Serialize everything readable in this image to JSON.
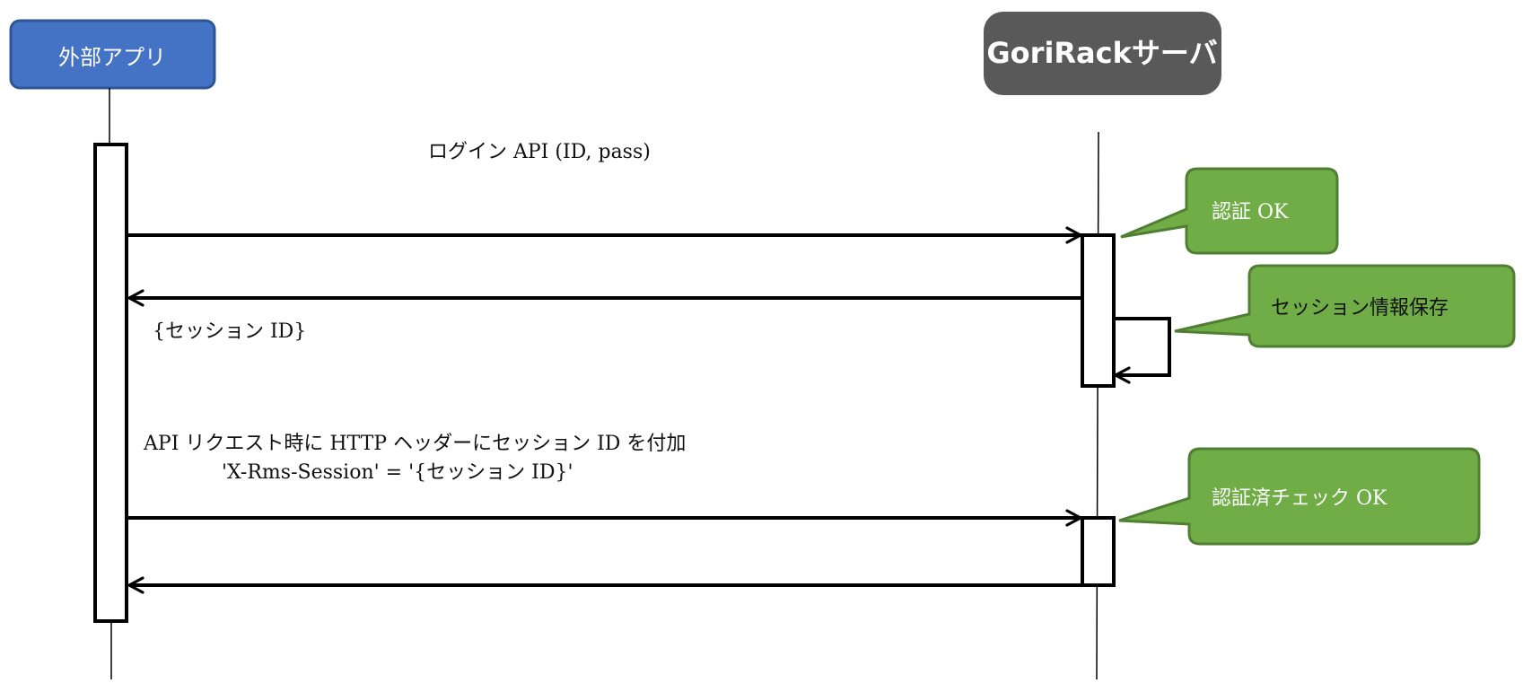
{
  "actors": {
    "external_app": {
      "label": "外部アプリ",
      "color": "#4472C4",
      "border": "#2F5597"
    },
    "gorirack_server": {
      "label": "GoriRackサーバ",
      "color": "#595959"
    }
  },
  "messages": {
    "login_request": "ログイン API (ID, pass)",
    "session_response": "{セッション ID}",
    "api_request_line1": "API リクエスト時に HTTP ヘッダーにセッション ID を付加",
    "api_request_line2": "'X-Rms-Session' = '{セッション ID}'"
  },
  "callouts": {
    "auth_ok": "認証 OK",
    "save_session": "セッション情報保存",
    "auth_check_ok": "認証済チェック OK",
    "color": "#70AD47",
    "border": "#507E32"
  }
}
